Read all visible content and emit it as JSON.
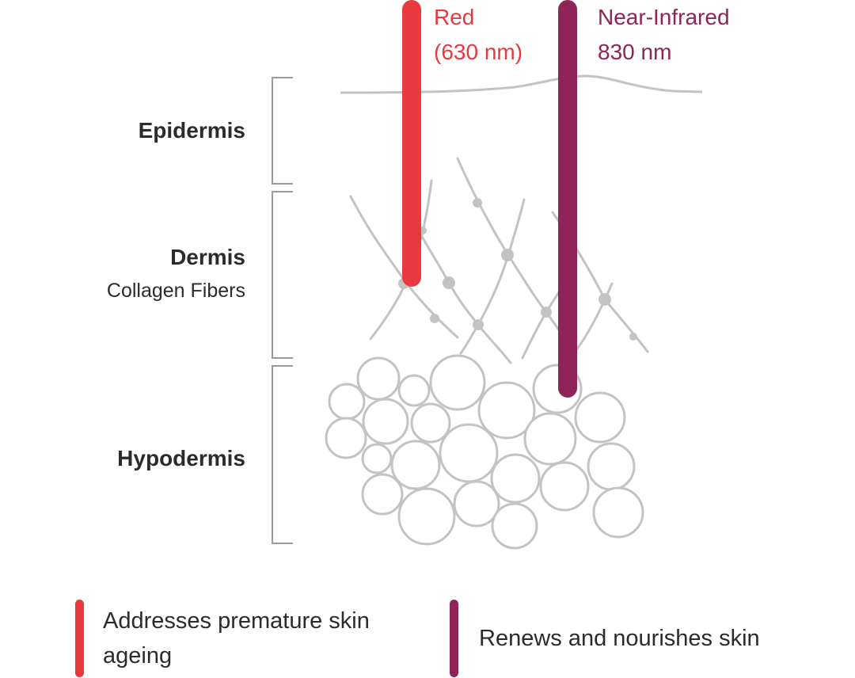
{
  "layers": {
    "epidermis": {
      "name": "Epidermis"
    },
    "dermis": {
      "name": "Dermis",
      "sublabel": "Collagen Fibers"
    },
    "hypodermis": {
      "name": "Hypodermis"
    }
  },
  "beams": {
    "red": {
      "name": "Red",
      "wavelength": "(630 nm)",
      "color": "#e8393f"
    },
    "nir": {
      "name": "Near-Infrared",
      "wavelength": "830 nm",
      "color": "#8e2457"
    }
  },
  "legend": [
    {
      "text": "Addresses premature skin ageing",
      "color": "#e8393f"
    },
    {
      "text": "Renews and nourishes skin",
      "color": "#8e2457"
    }
  ],
  "colors": {
    "structure": "#c3c3c3",
    "bracket": "#9a9a9a",
    "text": "#2b2b2b"
  }
}
